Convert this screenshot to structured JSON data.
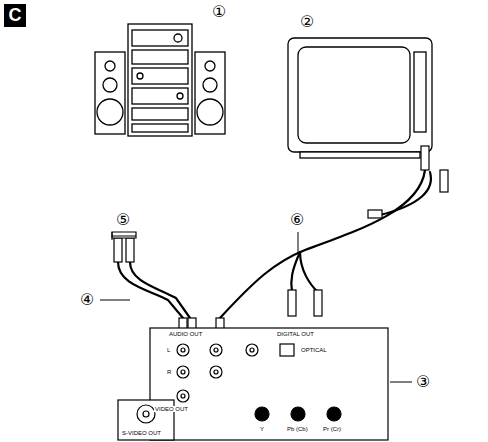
{
  "diagram": {
    "nodes": [
      {
        "text": [
          "C"
        ]
      }
    ],
    "labels": [
      "①",
      "②",
      "⑤",
      "⑥",
      "④",
      "③",
      "AUDIO OUT",
      "L",
      "R",
      "VIDEO OUT",
      "DIGITAL OUT",
      "OPTICAL",
      "S-VIDEO OUT",
      "Y",
      "Pb (Cb)",
      "Pr (Cr)"
    ]
  }
}
